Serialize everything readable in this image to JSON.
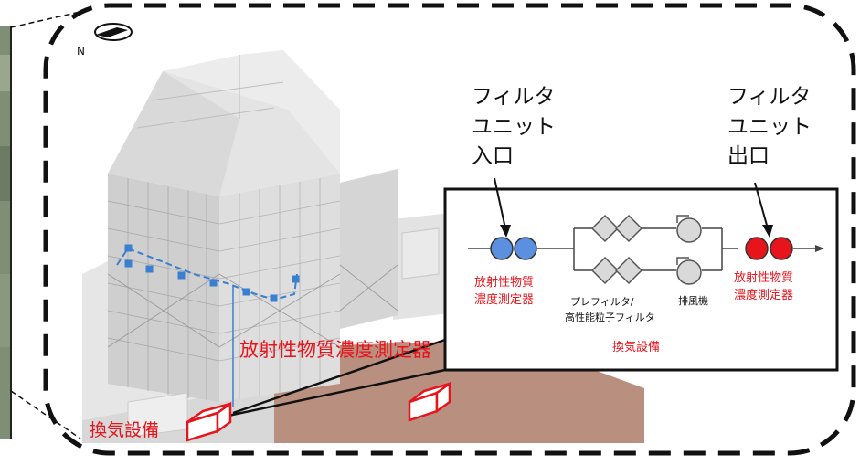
{
  "compass": {
    "letter": "N"
  },
  "callouts": {
    "inlet": [
      "フィルタ",
      "ユニット",
      "入口"
    ],
    "outlet": [
      "フィルタ",
      "ユニット",
      "出口"
    ]
  },
  "building_labels": {
    "meter": "放射性物質濃度測定器",
    "ventilation": "換気設備"
  },
  "schematic": {
    "inlet_meter": [
      "放射性物質",
      "濃度測定器"
    ],
    "outlet_meter": [
      "放射性物質",
      "濃度測定器"
    ],
    "filters": [
      "プレフィルタ/",
      "高性能粒子フィルタ"
    ],
    "fan": "排風機",
    "system": "換気設備"
  },
  "colors": {
    "inlet_meter": "#5b8fe0",
    "outlet_meter": "#e8141c",
    "label_red": "#e8141c",
    "duct_blue": "#3a7fd0",
    "ground": "#b98f7f"
  }
}
